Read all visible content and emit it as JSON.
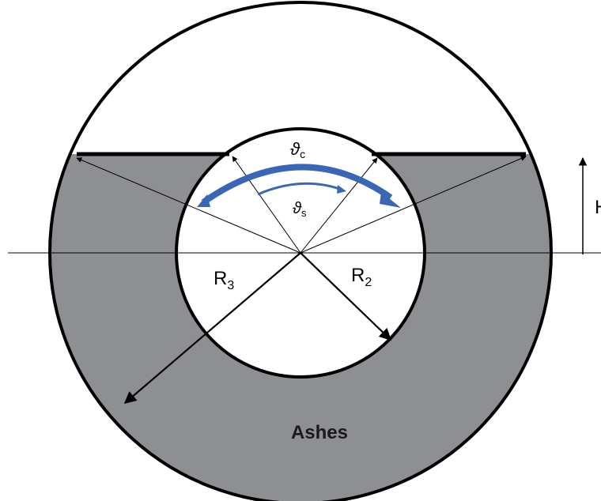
{
  "labels": {
    "theta_c": "ϑ",
    "theta_c_sub": "c",
    "theta_s": "ϑ",
    "theta_s_sub": "s",
    "r3": "R",
    "r3_sub": "3",
    "r2": "R",
    "r2_sub": "2",
    "height": "H",
    "ashes": "Ashes"
  },
  "colors": {
    "ash_fill": "#8e8f93",
    "ring_stroke": "#000000",
    "arc_color": "#3a67b5",
    "background": "#ffffff"
  }
}
